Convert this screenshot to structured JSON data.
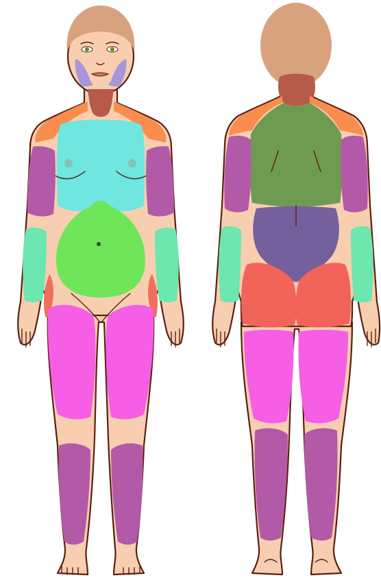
{
  "colors": {
    "skin": "#f7cfb0",
    "outline": "#5a1e12",
    "hair": "#d9a27f",
    "face_cheeks": "#9e8fe0",
    "neck_front": "#b85a4a",
    "shoulders": "#f98d4e",
    "chest": "#6fe6e0",
    "abdomen": "#6fe55a",
    "hip_side": "#f06f5e",
    "thighs": "#f55ee5",
    "upper_arms": "#b25aa8",
    "forearms": "#6de6b0",
    "lower_legs": "#b25aa8",
    "upper_back": "#6e9b50",
    "lower_back": "#74609d",
    "buttocks": "#f26459",
    "neck_back": "#b85a4a"
  },
  "figures": [
    {
      "id": "front",
      "view": "front"
    },
    {
      "id": "back",
      "view": "back"
    }
  ]
}
